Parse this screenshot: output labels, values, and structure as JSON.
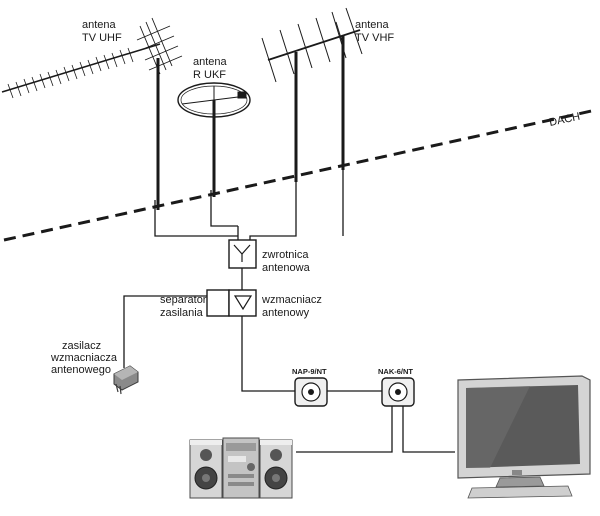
{
  "labels": {
    "antenna_uhf_1": "antena",
    "antenna_uhf_2": "TV  UHF",
    "antenna_ukf_1": "antena",
    "antenna_ukf_2": "R UKF",
    "antenna_vhf_1": "antena",
    "antenna_vhf_2": "TV VHF",
    "roof": "DACH",
    "diplexer_1": "zwrotnica",
    "diplexer_2": "antenowa",
    "separator_1": "separator",
    "separator_2": "zasilania",
    "amplifier_1": "wzmacniacz",
    "amplifier_2": "antenowy",
    "psu_1": "zasilacz",
    "psu_2": "wzmacniacza",
    "psu_3": "antenowego",
    "socket_1": "NAP-9/NT",
    "socket_2": "NAK-6/NT"
  },
  "colors": {
    "line": "#1a1a1a",
    "device_gray": "#c8c8c8",
    "device_dark": "#3a3a3a",
    "tv_frame": "#d4d4d4",
    "tv_screen": "#5a5a5a"
  },
  "icons": {
    "uhf": "yagi-antenna-uhf-icon",
    "ukf": "ring-antenna-ukf-icon",
    "vhf": "yagi-antenna-vhf-icon",
    "diplexer": "diplexer-y-symbol",
    "amplifier": "amplifier-triangle-symbol",
    "psu": "power-adapter-icon",
    "socket": "wall-socket-icon",
    "stereo": "stereo-system-icon",
    "tv": "tv-set-icon"
  }
}
